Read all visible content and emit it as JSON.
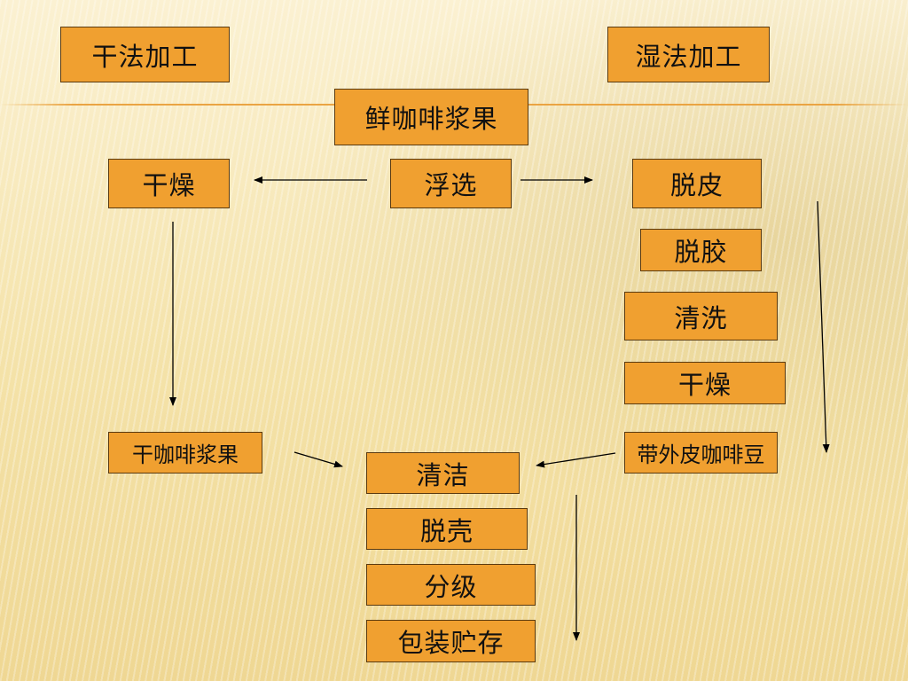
{
  "diagram": {
    "dry_method": "干法加工",
    "wet_method": "湿法加工",
    "fresh_cherry": "鲜咖啡浆果",
    "flotation": "浮选",
    "dry_left": "干燥",
    "pulping": "脱皮",
    "demucilage": "脱胶",
    "washing": "清洗",
    "dry_right": "干燥",
    "dried_cherry": "干咖啡浆果",
    "parchment": "带外皮咖啡豆",
    "cleaning": "清洁",
    "hulling": "脱壳",
    "grading": "分级",
    "packing_storage": "包装贮存"
  },
  "colors": {
    "box_fill": "#f0a030",
    "box_border": "#5a3a10",
    "accent_line": "#e9a03c",
    "arrow": "#000000"
  }
}
